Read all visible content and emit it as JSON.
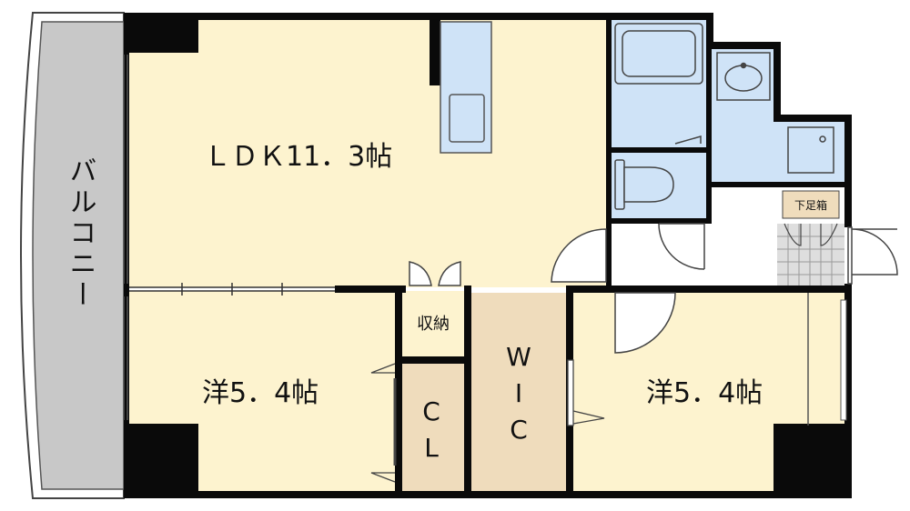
{
  "colors": {
    "wall": "#0a0a0a",
    "floor_room": "#fdf3cf",
    "floor_wic": "#efdcbc",
    "wet_area": "#cfe3f7",
    "balcony": "#c8c8c8",
    "entry_floor": "#ffffff"
  },
  "rooms": {
    "balcony": "バルコニー",
    "ldk": "ＬＤＫ11．3帖",
    "western_left": "洋5．4帖",
    "western_right": "洋5．4帖",
    "storage": "収納",
    "closet_c": "C",
    "closet_l": "L",
    "wic_w": "W",
    "wic_i": "I",
    "wic_c": "C",
    "shoe_box": "下足箱"
  },
  "icons": [
    "kitchen-counter-icon",
    "sink-icon",
    "bathtub-icon",
    "washbasin-icon",
    "washing-machine-icon",
    "toilet-icon",
    "door-swing-icon"
  ]
}
